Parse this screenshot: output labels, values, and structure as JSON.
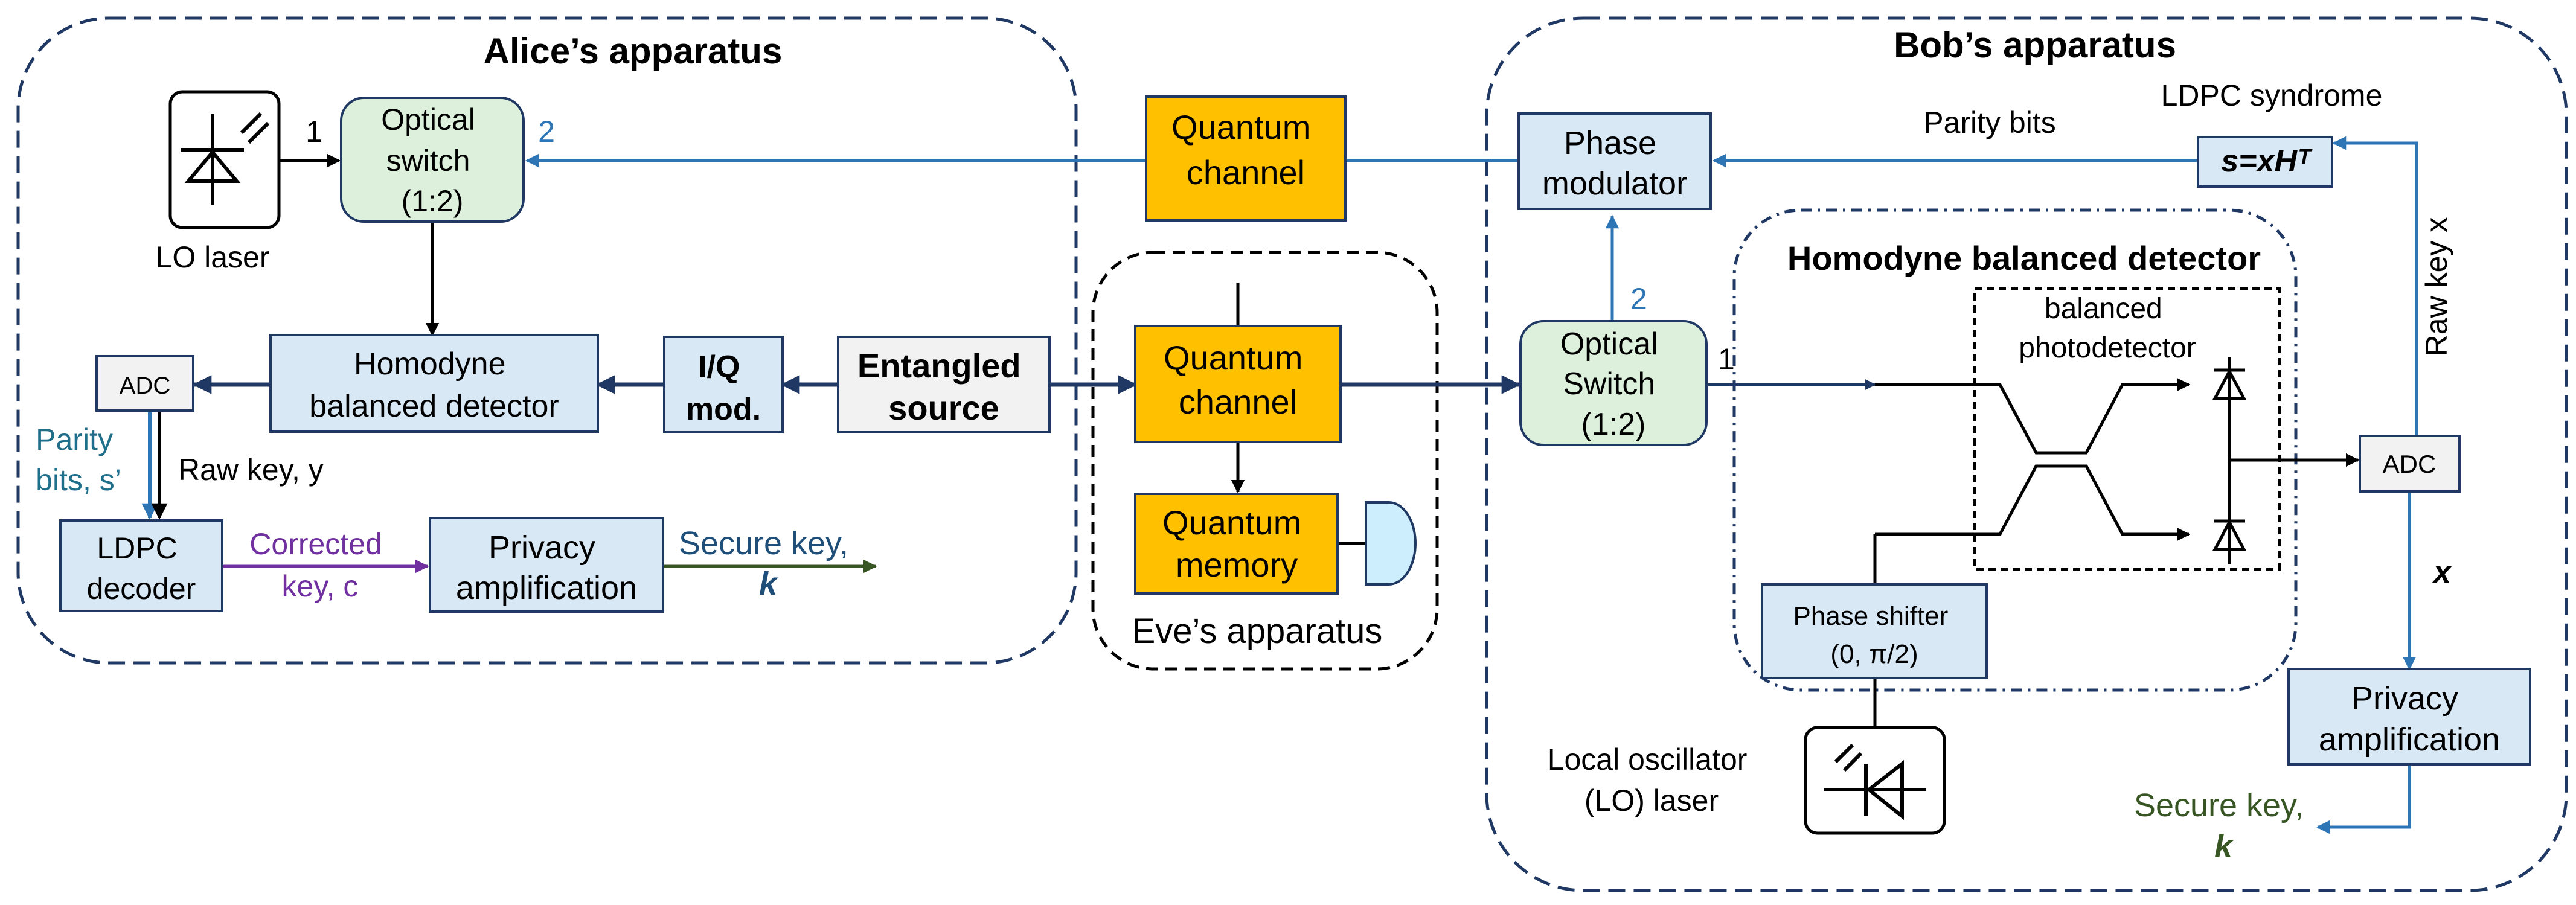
{
  "colors": {
    "blue_box": "#d9e8f5",
    "green_box": "#ddf0dc",
    "orange_box": "#ffc000",
    "gray_box": "#f2f2f2",
    "detector_fill": "#cdeefc",
    "navy": "#1f3864",
    "link_blue": "#2e75b6",
    "purple": "#7030a0",
    "green_text": "#375623",
    "teal_text": "#1f6f8b"
  },
  "groups": {
    "alice": "Alice’s apparatus",
    "bob": "Bob’s apparatus",
    "eve": "Eve’s apparatus",
    "homodyne": "Homodyne balanced detector"
  },
  "alice": {
    "lo_laser": "LO laser",
    "port1": "1",
    "port2": "2",
    "optical_switch": [
      "Optical",
      "switch",
      "(1:2)"
    ],
    "homodyne": [
      "Homodyne",
      "balanced detector"
    ],
    "adc": "ADC",
    "iq_mod": [
      "I/Q",
      "mod."
    ],
    "entangled_source": [
      "Entangled",
      "source"
    ],
    "parity_bits": [
      "Parity",
      "bits, s’"
    ],
    "raw_key": "Raw key, y",
    "ldpc_decoder": [
      "LDPC",
      "decoder"
    ],
    "corrected_key": [
      "Corrected",
      "key, c"
    ],
    "privacy_amp": [
      "Privacy",
      "amplification"
    ],
    "secure_key": [
      "Secure key,",
      "k"
    ]
  },
  "channel": {
    "quantum_channel_top": [
      "Quantum",
      "channel"
    ]
  },
  "eve": {
    "quantum_channel": [
      "Quantum",
      "channel"
    ],
    "quantum_memory": [
      "Quantum",
      "memory"
    ]
  },
  "bob": {
    "phase_modulator": [
      "Phase",
      "modulator"
    ],
    "parity_bits": "Parity bits",
    "ldpc_syndrome": "LDPC syndrome",
    "syndrome_formula": "s=xHᵀ",
    "optical_switch": [
      "Optical",
      "Switch",
      "(1:2)"
    ],
    "port1": "1",
    "port2": "2",
    "raw_key": "Raw key x",
    "balanced_pd": [
      "balanced",
      "photodetector"
    ],
    "adc": "ADC",
    "x_label": "x",
    "phase_shifter": [
      "Phase shifter",
      "(0, π/2)"
    ],
    "lo_laser": [
      "Local oscillator",
      "(LO) laser"
    ],
    "privacy_amp": [
      "Privacy",
      "amplification"
    ],
    "secure_key": [
      "Secure key,",
      "k"
    ]
  }
}
